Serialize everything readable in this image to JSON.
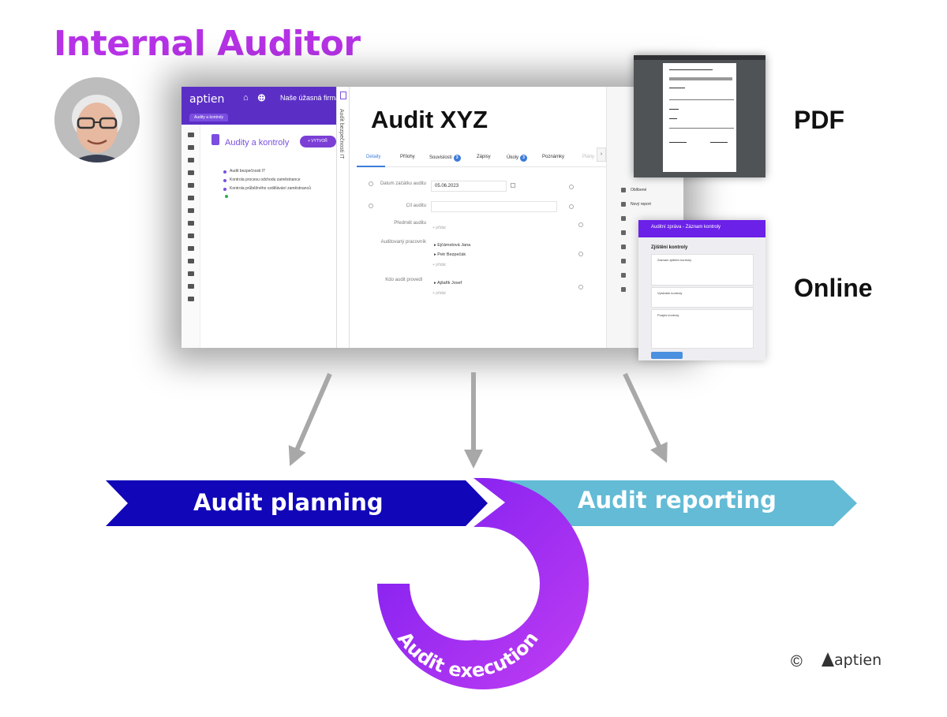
{
  "title": "Internal Auditor",
  "screenshot": {
    "brand": "aptien",
    "org_name": "Naše úžasná firma",
    "module_tab": "Audity a kontroly",
    "list_heading": "Audity a kontroly",
    "create_button": "+ VYTVOŘ",
    "list_items": [
      "Audit bezpečnosti IT",
      "Kontrola procesu odchodu zaměstnance",
      "Kontrola průběžného vzdělávání zaměstnanců"
    ],
    "vertical_tab": "Audit bezpečnosti IT",
    "detail_title": "Audit XYZ",
    "tabs": [
      {
        "label": "Detaily",
        "badge": ""
      },
      {
        "label": "Přílohy",
        "badge": ""
      },
      {
        "label": "Souvislosti",
        "badge": "3"
      },
      {
        "label": "Zápisy",
        "badge": ""
      },
      {
        "label": "Úkoly",
        "badge": "3"
      },
      {
        "label": "Poznámky",
        "badge": ""
      },
      {
        "label": "Plány",
        "badge": ""
      }
    ],
    "chevron": "›",
    "fields": {
      "start_label": "Datum začátku auditu",
      "start_value": "05.06.2023",
      "goal_label": "Cíl auditu",
      "subject_label": "Předmět auditu",
      "audited_label": "Auditovaný pracovník",
      "audited_people": [
        "Ejčámstová Jana",
        "Petr Bezpečák"
      ],
      "auditor_label": "Kdo audit provedl",
      "auditor_people": [
        "Ajšafík Josef"
      ],
      "add_link": "+ přidat"
    },
    "right_panel": [
      "Oblíbené",
      "Nový report"
    ]
  },
  "labels": {
    "pdf": "PDF",
    "online": "Online"
  },
  "online_preview": {
    "header": "Auditní zpráva - Záznam kontroly",
    "heading": "Zjištění kontroly",
    "cards": [
      "Záznam zjištění kontroly",
      "Výsledek kontroly",
      "Podpis kontroly"
    ]
  },
  "flow": {
    "planning": "Audit planning",
    "reporting": "Audit reporting",
    "execution": "Audit execution"
  },
  "colors": {
    "title": "#b632e6",
    "planning": "#1106b8",
    "reporting": "#63bbd6",
    "execution_start": "#7a1cf0",
    "execution_end": "#c13ef2",
    "arrows": "#a8a8a8"
  },
  "footer": {
    "copyright": "©",
    "brand": "aptien"
  }
}
